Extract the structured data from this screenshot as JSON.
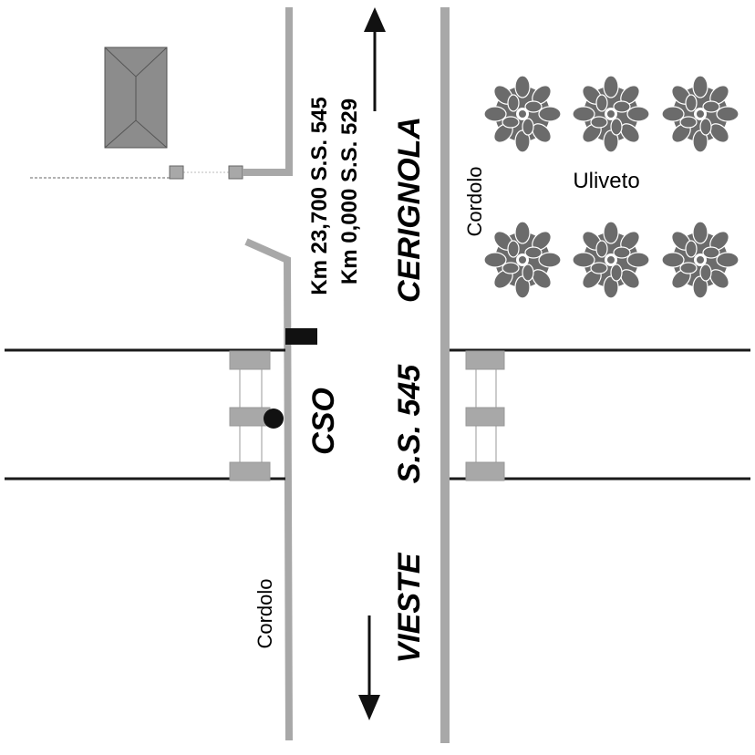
{
  "labels": {
    "km_ss545": "Km 23,700 S.S. 545",
    "km_ss529": "Km 0,000 S.S. 529",
    "direction_north": "CERIGNOLA",
    "direction_south": "VIESTE",
    "road_name": "S.S. 545",
    "cso": "CSO",
    "curb_left": "Cordolo",
    "curb_right": "Cordolo",
    "olive_grove": "Uliveto"
  },
  "colors": {
    "road_edge": "#a8a8a8",
    "building": "#8c8c8c",
    "tree": "#6b6b6b",
    "rail": "#1a1a1a"
  }
}
